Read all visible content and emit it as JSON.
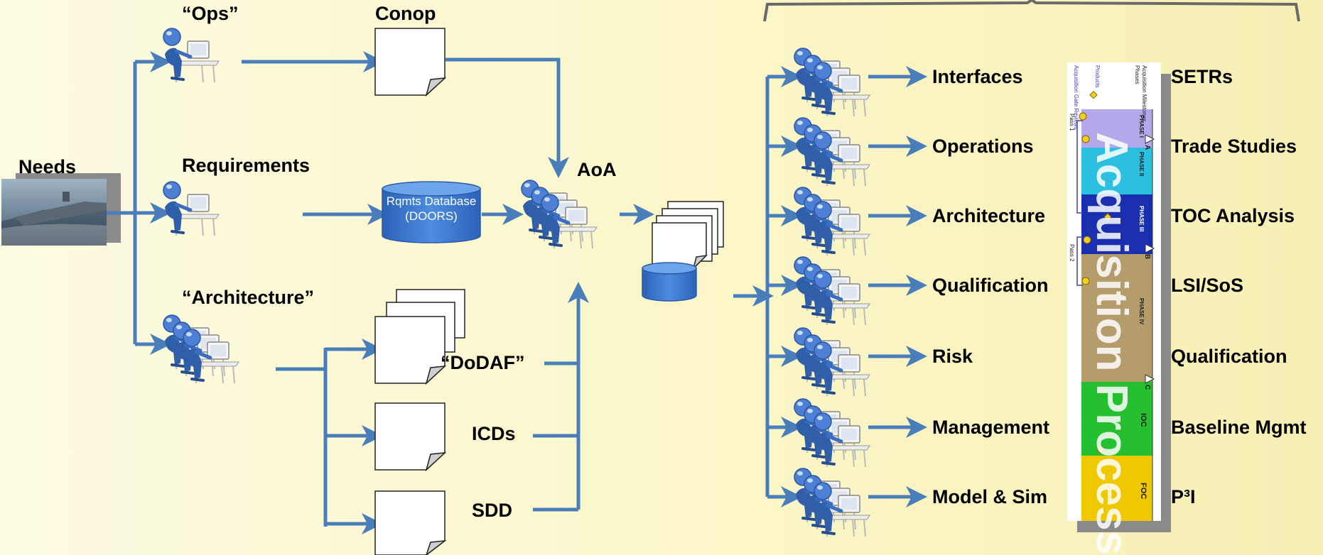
{
  "colors": {
    "arrow": "#4a7ebb",
    "person": "#3f6fc7",
    "database": "#3c7ad0",
    "phase_1": "#b3a8ea",
    "phase_2": "#2bc0e0",
    "phase_3": "#1a2fb0",
    "phase_4": "#b49d6a",
    "production": "#24c030",
    "sustainment": "#f0c800"
  },
  "left": {
    "needs_label": "Needs",
    "ops_label": "“Ops”",
    "requirements_label": "Requirements",
    "architecture_label": "“Architecture”",
    "conop_label": "Conop",
    "database_label": "Rqmts Database (DOORS)",
    "dodaf_label": "“DoDAF”",
    "icds_label": "ICDs",
    "sdd_label": "SDD",
    "aoa_label": "AoA"
  },
  "teams": [
    "Interfaces",
    "Operations",
    "Architecture",
    "Qualification",
    "Risk",
    "Management",
    "Model & Sim"
  ],
  "outputs": [
    "SETRs",
    "Trade Studies",
    "TOC Analysis",
    "LSI/SoS",
    "Qualification",
    "Baseline Mgmt",
    "P³I"
  ],
  "acquisition": {
    "overlay_title": "Acquisition Process",
    "header_1": "Acquisition Milestones",
    "header_2": "Phases",
    "header_3": "Products",
    "header_4": "Acquisition Gate Reviews",
    "pass_1": "Pass 1",
    "pass_2": "Pass 2",
    "phase_1": "PHASE I",
    "phase_2": "PHASE II",
    "phase_3": "PHASE III",
    "phase_4": "PHASE IV",
    "ioc": "IOC",
    "foc": "FOC",
    "milestone_a": "A",
    "milestone_b": "B",
    "milestone_c": "C"
  }
}
